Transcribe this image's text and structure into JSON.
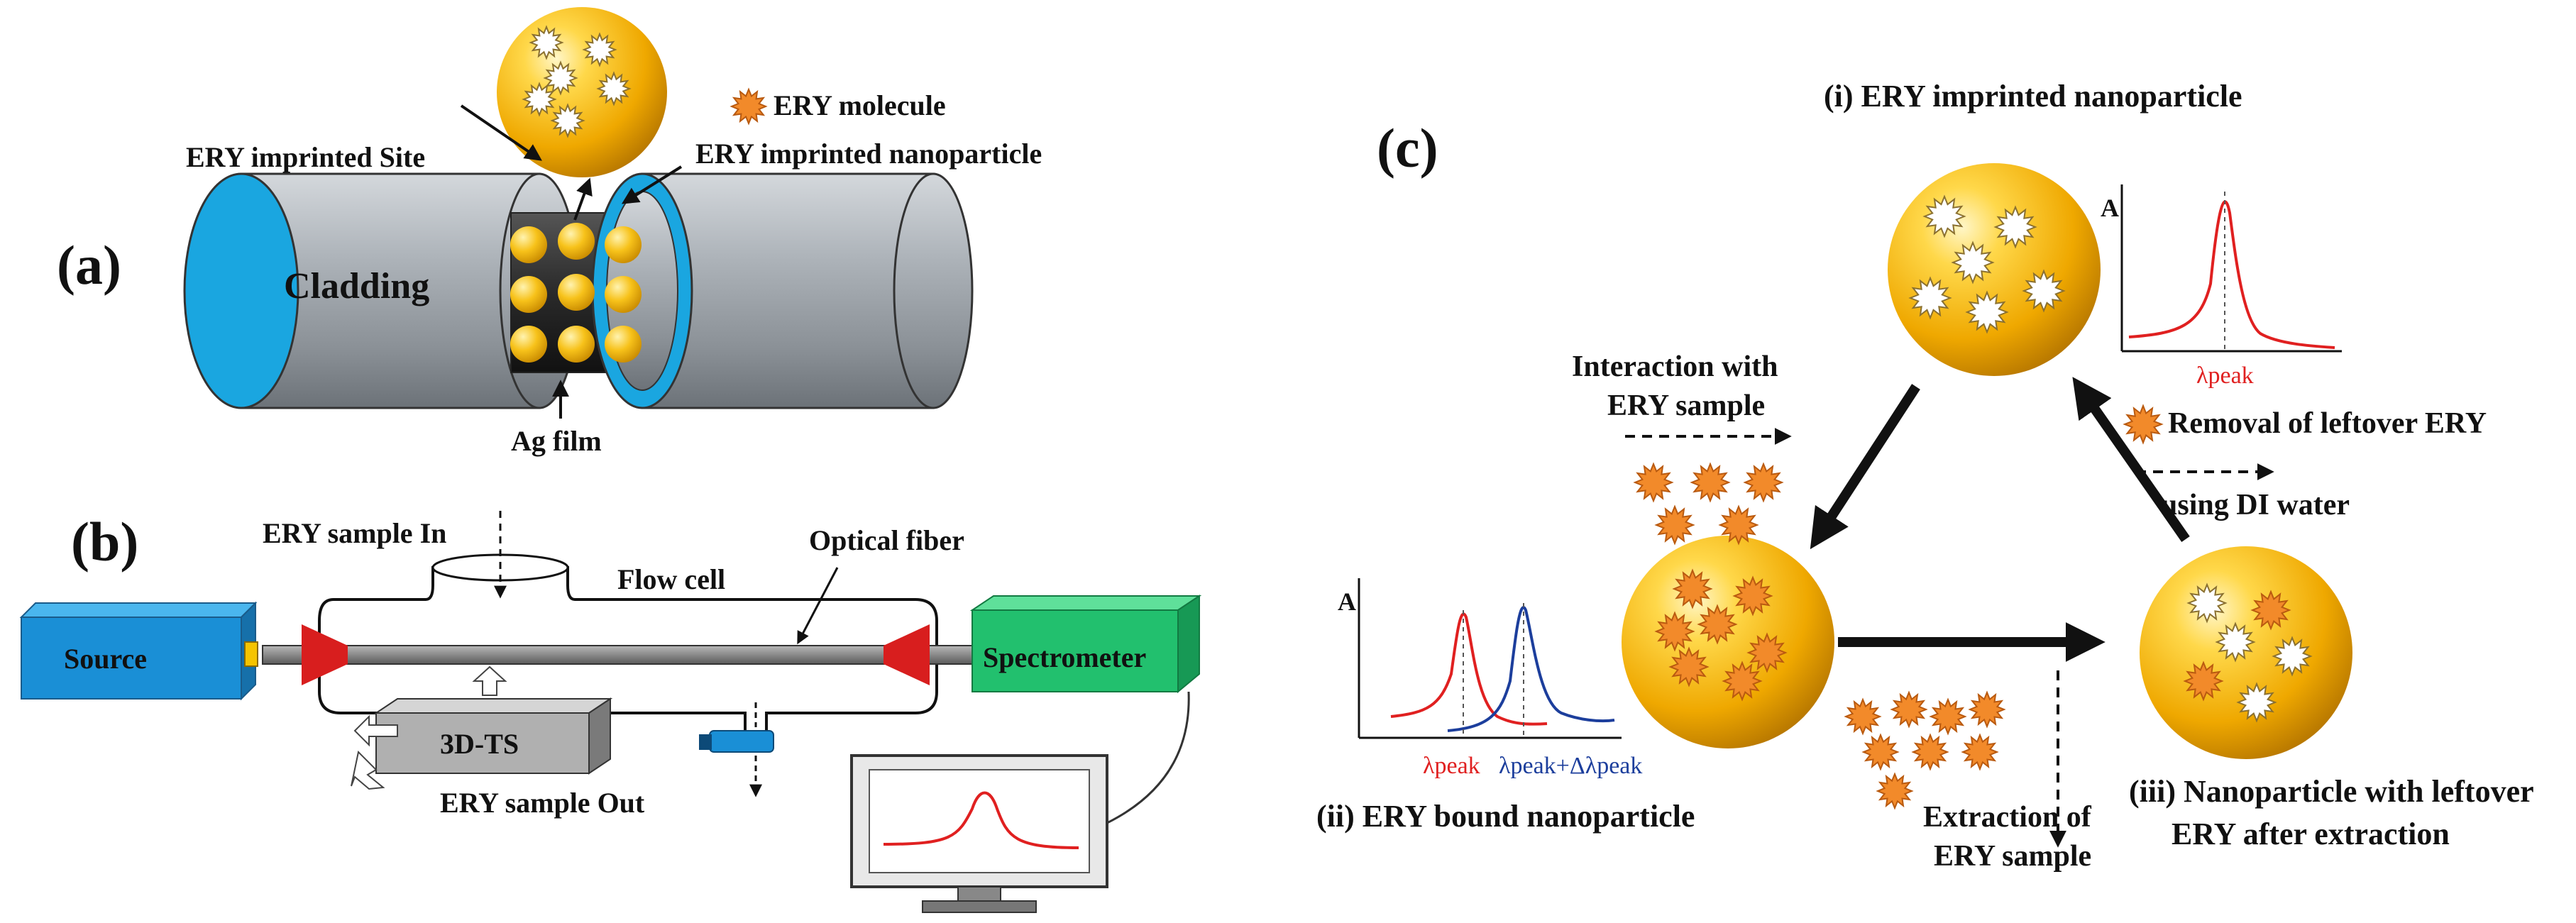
{
  "panels": {
    "a": "(a)",
    "b": "(b)",
    "c": "(c)"
  },
  "panel_a": {
    "legend_molecule": "ERY molecule",
    "imprinted_site": "ERY imprinted Site",
    "imprinted_nanoparticle": "ERY imprinted nanoparticle",
    "cladding": "Cladding",
    "ag_film": "Ag film"
  },
  "panel_b": {
    "sample_in": "ERY sample In",
    "optical_fiber": "Optical fiber",
    "flow_cell": "Flow cell",
    "source": "Source",
    "spectrometer": "Spectrometer",
    "stage": "3D-TS",
    "sample_out": "ERY sample Out"
  },
  "panel_c": {
    "stage_i": "(i) ERY imprinted nanoparticle",
    "stage_ii": "(ii) ERY bound nanoparticle",
    "stage_iii_line1": "(iii) Nanoparticle with leftover",
    "stage_iii_line2": "ERY after extraction",
    "interaction_line1": "Interaction with",
    "interaction_line2": "ERY sample",
    "removal_line1": "Removal of leftover ERY",
    "removal_line2": "using DI water",
    "extraction_line1": "Extraction of",
    "extraction_line2": "ERY sample",
    "axis_a": "A",
    "lambda_peak": "λpeak",
    "lambda_shift": "λpeak+Δλpeak"
  },
  "colors": {
    "gold": "#f0b400",
    "fiber_blue": "#1aa6e0",
    "source_blue": "#1a8fd6",
    "spectrometer_green": "#22c06e",
    "curve_red": "#e02020",
    "curve_blue": "#1c3e9c",
    "ery_orange": "#f28a2a"
  }
}
